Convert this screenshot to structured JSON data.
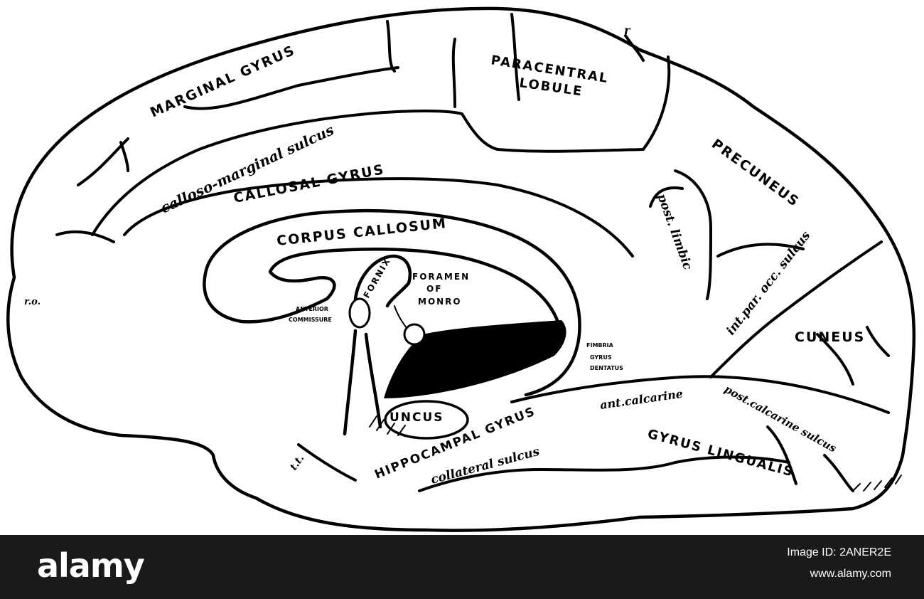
{
  "diagram": {
    "labels": {
      "marginal_gyrus": "MARGINAL GYRUS",
      "paracentral_lobule_1": "PARACENTRAL",
      "paracentral_lobule_2": "LOBULE",
      "r_mark": "r",
      "calloso_marginal_sulcus": "calloso-marginal sulcus",
      "callosal_gyrus": "CALLOSAL GYRUS",
      "precuneus": "PRECUNEUS",
      "corpus_callosum": "CORPUS CALLOSUM",
      "post_limbic": "post. limbic",
      "fornix": "FORNIX",
      "foramen_1": "FORAMEN",
      "foramen_2": "OF",
      "foramen_3": "MONRO",
      "anterior_commissure_1": "ANTERIOR",
      "anterior_commissure_2": "COMMISSURE",
      "r_o": "r.o.",
      "int_par_occ_sulcus": "int.par. occ. sulcus",
      "cuneus": "CUNEUS",
      "fimbria": "FIMBRIA",
      "gyrus_dentatus_1": "GYRUS",
      "gyrus_dentatus_2": "DENTATUS",
      "ant_calcarine": "ant.calcarine",
      "post_calcarine_sulcus": "post.calcarine sulcus",
      "uncus": "UNCUS",
      "hippocampal_gyrus": "HIPPOCAMPAL GYRUS",
      "gyrus_lingualis": "GYRUS LINGUALIS",
      "t_t": "t.t.",
      "collateral_sulcus": "collateral sulcus"
    }
  },
  "footer": {
    "brand": "alamy",
    "stock_id": "Image ID: 2ANER2E",
    "stock_url": "www.alamy.com"
  }
}
